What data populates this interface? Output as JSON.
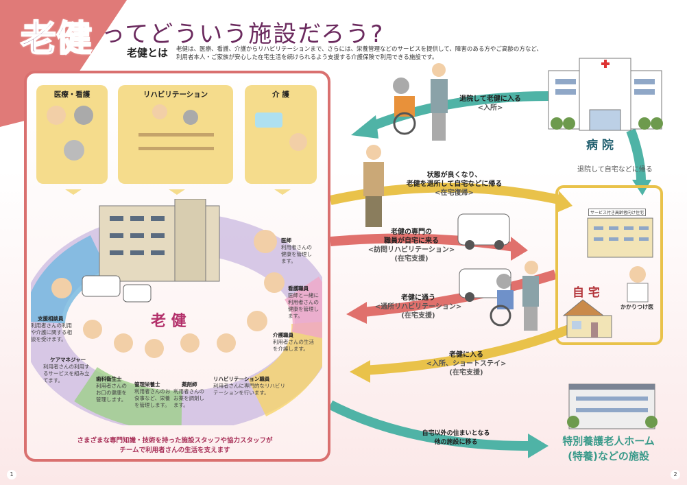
{
  "header": {
    "title_main": "老健",
    "title_rest": "ってどういう施設だろう?",
    "intro_heading": "老健とは",
    "intro_text": "老健は、医療、看護、介護からリハビリテーションまで、さらには、栄養管理などのサービスを提供して、障害のある方やご高齢の方など、利用者本人・ご家族が安心した在宅生活を続けられるよう支援する介護保険で利用できる施設です。"
  },
  "services": [
    {
      "title": "医療・看護"
    },
    {
      "title": "リハビリテーション"
    },
    {
      "title": "介 護"
    }
  ],
  "center_label": "老 健",
  "staff": [
    {
      "role": "医師",
      "desc": "利用者さんの健康を管理します。"
    },
    {
      "role": "看護職員",
      "desc": "医師と一緒に利用者さんの健康を管理します。"
    },
    {
      "role": "介護職員",
      "desc": "利用者さんの生活を介護します。"
    },
    {
      "role": "支援相談員",
      "desc": "利用者さんの利用や介護に関する相談を受けます。"
    },
    {
      "role": "ケアマネジャー",
      "desc": "利用者さんの利用するサービスを組み立てます。"
    },
    {
      "role": "歯科衛生士",
      "desc": "利用者さんのお口の健康を管理します。"
    },
    {
      "role": "管理栄養士",
      "desc": "利用者さんのお食事など、栄養を管理します。"
    },
    {
      "role": "薬剤師",
      "desc": "利用者さんのお薬を調剤します。"
    },
    {
      "role": "リハビリテーション職員",
      "desc": "利用者さんに専門的なリハビリテーションを行います。"
    }
  ],
  "team_caption": [
    "さまざまな専門知識・技術を持った施設スタッフや協力スタッフが",
    "チームで利用者さんの生活を支えます"
  ],
  "places": {
    "hospital": "病 院",
    "home": "自 宅",
    "serviced_housing": "サービス付き高齢者向け住宅",
    "family_doctor": "かかりつけ医",
    "special_home": [
      "特別養護老人ホーム",
      "(特養)などの施設"
    ]
  },
  "flows": {
    "hospital_to_roken": {
      "main": "退院して老健に入る",
      "sub": "<入所>"
    },
    "hospital_to_home": {
      "main": "退院して自宅などに帰る"
    },
    "return_home": {
      "main": [
        "状態が良くなり、",
        "老健を退所して自宅などに帰る"
      ],
      "sub": "<在宅復帰>"
    },
    "visit_rehab": {
      "main": [
        "老健の専門の",
        "職員が自宅に来る"
      ],
      "sub": [
        "<訪問リハビリテーション>",
        "(在宅支援)"
      ]
    },
    "day_rehab": {
      "main": "老健に通う",
      "sub": [
        "<通所リハビリテーション>",
        "(在宅支援)"
      ]
    },
    "short_stay": {
      "main": "老健に入る",
      "sub": [
        "<入所、ショートステイ>",
        "(在宅支援)"
      ]
    },
    "move_facility": {
      "main": [
        "自宅以外の住まいとなる",
        "他の施設に移る"
      ]
    }
  },
  "pages": [
    "1",
    "2"
  ],
  "colors": {
    "purple": "#6b2a5e",
    "teal": "#4fb3a6",
    "yellow": "#e9c24a",
    "red": "#e0706c",
    "hospital_text": "#1f5e6e",
    "home_text": "#b3343a"
  }
}
